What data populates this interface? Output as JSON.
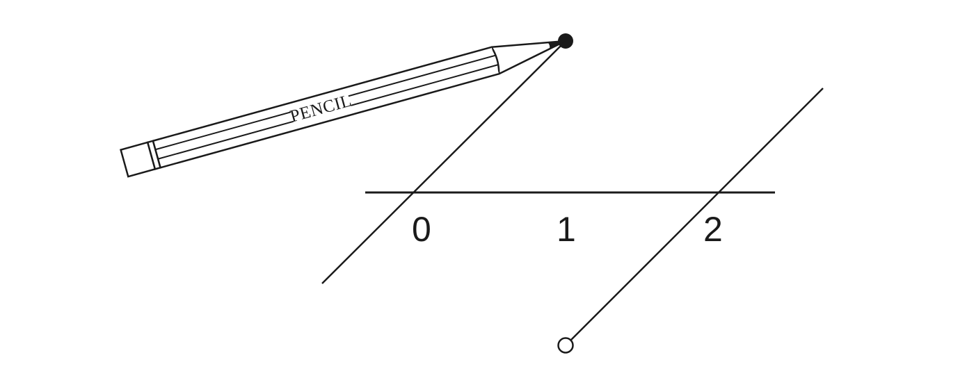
{
  "pencil": {
    "label": "PENCIL"
  },
  "number_line": {
    "labels": [
      "0",
      "1",
      "2"
    ]
  },
  "colors": {
    "stroke": "#1a1a1a",
    "background": "#ffffff"
  }
}
